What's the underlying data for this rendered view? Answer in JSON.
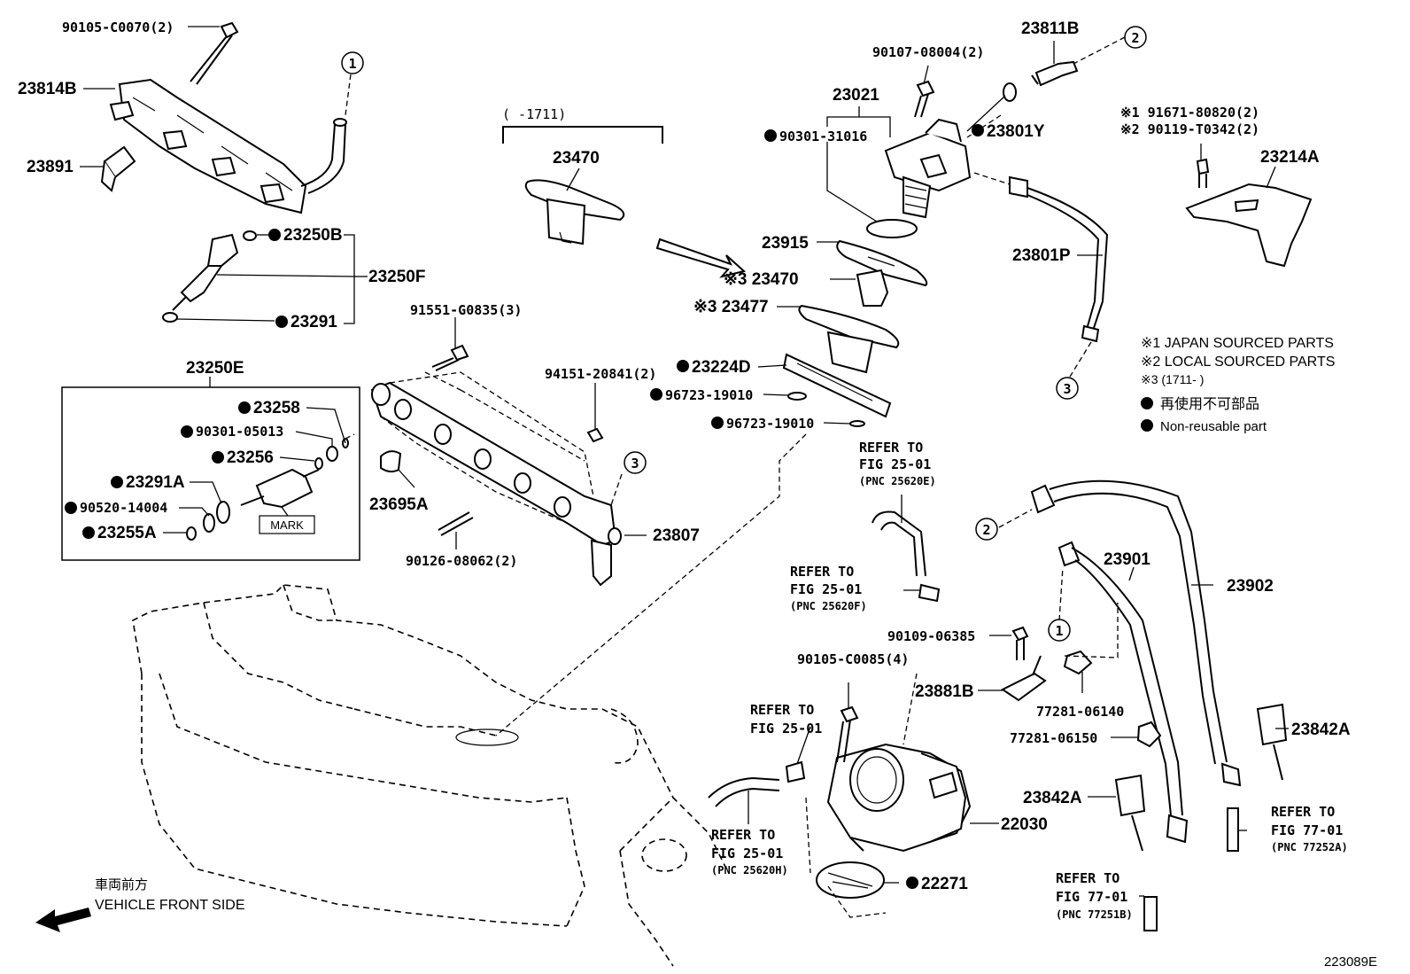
{
  "diagram_id": "223089E",
  "parts": {
    "p90105_C0070": "90105-C0070(2)",
    "p23814B": "23814B",
    "p23891": "23891",
    "p23250B": "23250B",
    "p23250F": "23250F",
    "p23291": "23291",
    "p23250E": "23250E",
    "p23258": "23258",
    "p90301_05013": "90301-05013",
    "p23256": "23256",
    "p23291A": "23291A",
    "p90520_14004": "90520-14004",
    "p23255A": "23255A",
    "mark": "MARK",
    "p91551_G0835": "91551-G0835(3)",
    "p23695A": "23695A",
    "p90126_08062": "90126-08062(2)",
    "p94151_20841": "94151-20841(2)",
    "p23807": "23807",
    "range_top": "(     -1711)",
    "p23470_a": "23470",
    "p23915": "23915",
    "p23470_b": "※3 23470",
    "p23477": "※3 23477",
    "p23224D": "23224D",
    "p96723_19010_a": "96723-19010",
    "p96723_19010_b": "96723-19010",
    "p90107_08004": "90107-08004(2)",
    "p23021": "23021",
    "p90301_31016": "90301-31016",
    "p23801Y": "23801Y",
    "p23811B": "23811B",
    "p23801P": "23801P",
    "p91671_80820": "※1 91671-80820(2)",
    "p90119_T0342": "※2 90119-T0342(2)",
    "p23214A": "23214A",
    "p23901": "23901",
    "p23902": "23902",
    "p90109_06385": "90109-06385",
    "p90105_C0085": "90105-C0085(4)",
    "p23881B": "23881B",
    "p77281_06140": "77281-06140",
    "p77281_06150": "77281-06150",
    "p23842A_a": "23842A",
    "p23842A_b": "23842A",
    "p22030": "22030",
    "p22271": "22271"
  },
  "callouts": [
    "1",
    "2",
    "3"
  ],
  "refs": {
    "ref_25620E": {
      "l1": "REFER TO",
      "l2": "FIG 25-01",
      "l3": "(PNC 25620E)"
    },
    "ref_25620F": {
      "l1": "REFER TO",
      "l2": "FIG 25-01",
      "l3": "(PNC 25620F)"
    },
    "ref_25_01_mid": {
      "l1": "REFER TO",
      "l2": "FIG 25-01"
    },
    "ref_25620H": {
      "l1": "REFER TO",
      "l2": "FIG 25-01",
      "l3": "(PNC 25620H)"
    },
    "ref_77252A": {
      "l1": "REFER TO",
      "l2": "FIG 77-01",
      "l3": "(PNC 77252A)"
    },
    "ref_77251B": {
      "l1": "REFER TO",
      "l2": "FIG 77-01",
      "l3": "(PNC 77251B)"
    }
  },
  "legend": {
    "n1": "※1 JAPAN SOURCED PARTS",
    "n2": "※2 LOCAL SOURCED PARTS",
    "n3": "※3 (1711-      )",
    "jp": "再使用不可部品",
    "en": "Non-reusable part"
  },
  "front": {
    "jp": "車両前方",
    "en": "VEHICLE FRONT SIDE"
  }
}
